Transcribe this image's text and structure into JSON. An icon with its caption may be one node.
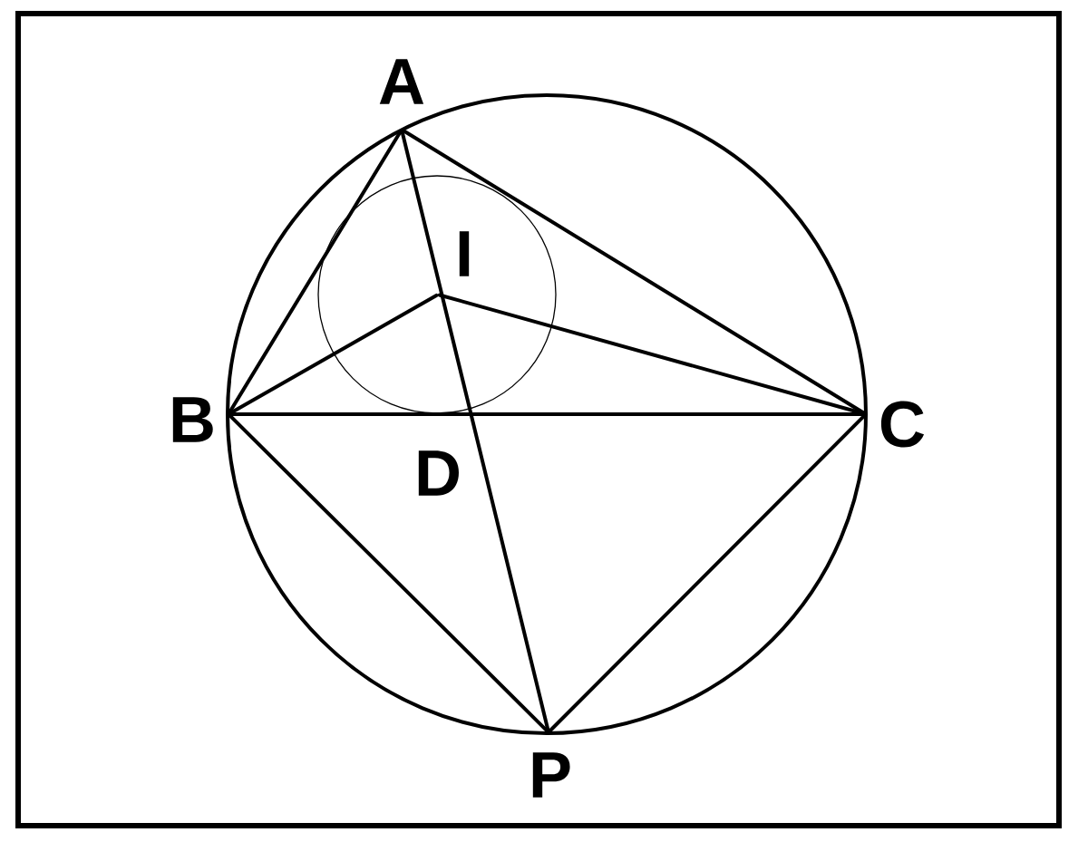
{
  "diagram": {
    "nodes": [
      {
        "text": [
          "A"
        ]
      },
      {
        "text": [
          "B"
        ]
      },
      {
        "text": [
          "C"
        ]
      },
      {
        "text": [
          "I"
        ]
      },
      {
        "text": [
          "D"
        ]
      },
      {
        "text": [
          "P"
        ]
      }
    ],
    "edges": [
      {
        "from": 0,
        "to": 1,
        "arrow": "none"
      },
      {
        "from": 0,
        "to": 2,
        "arrow": "none"
      },
      {
        "from": 1,
        "to": 2,
        "arrow": "none"
      },
      {
        "from": 0,
        "to": 5,
        "arrow": "none"
      },
      {
        "from": 1,
        "to": 3,
        "arrow": "none"
      },
      {
        "from": 2,
        "to": 3,
        "arrow": "none"
      },
      {
        "from": 1,
        "to": 5,
        "arrow": "none"
      },
      {
        "from": 2,
        "to": 5,
        "arrow": "none"
      }
    ]
  }
}
